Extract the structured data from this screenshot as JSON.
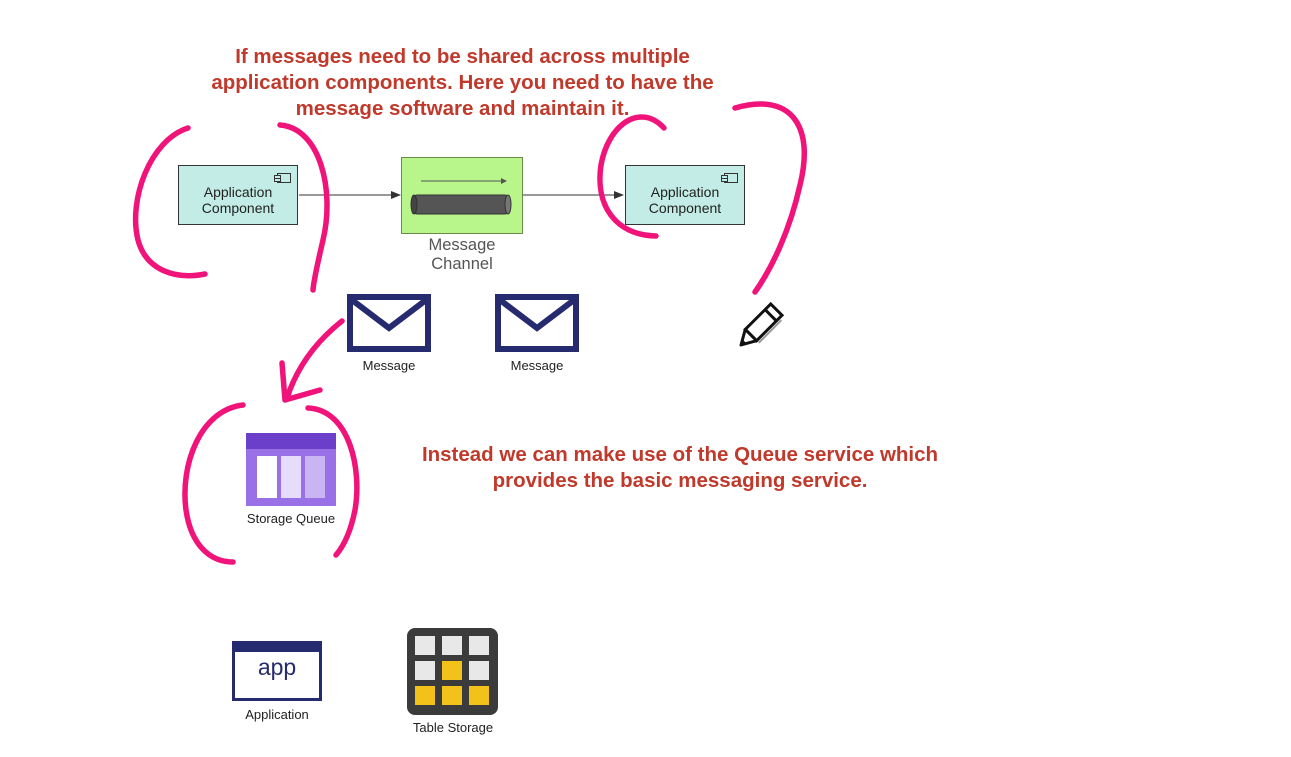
{
  "annotations": {
    "top_note": [
      "If messages need to be shared across multiple",
      "application components. Here you need to have the",
      "message software and maintain it."
    ],
    "queue_note": [
      "Instead we can make use of the Queue service which",
      "provides the basic messaging service."
    ]
  },
  "components": {
    "left": [
      "Application",
      "Component"
    ],
    "right": [
      "Application",
      "Component"
    ]
  },
  "channel": {
    "label": [
      "Message",
      "Channel"
    ]
  },
  "messages": [
    {
      "label": "Message"
    },
    {
      "label": "Message"
    }
  ],
  "storage_queue": {
    "label": "Storage Queue"
  },
  "application": {
    "icon_text": "app",
    "label": "Application"
  },
  "table_storage": {
    "label": "Table Storage"
  },
  "colors": {
    "annotation_text": "#c0392b",
    "ink": "#f0147a",
    "component_fill": "#c2ece5",
    "channel_fill": "#b8f58a",
    "icon_navy": "#262a6e",
    "queue_purple": "#7a4fd6"
  },
  "icons": [
    "message-envelope-icon",
    "storage-queue-icon",
    "app-icon",
    "table-storage-icon",
    "pencil-cursor-icon"
  ]
}
